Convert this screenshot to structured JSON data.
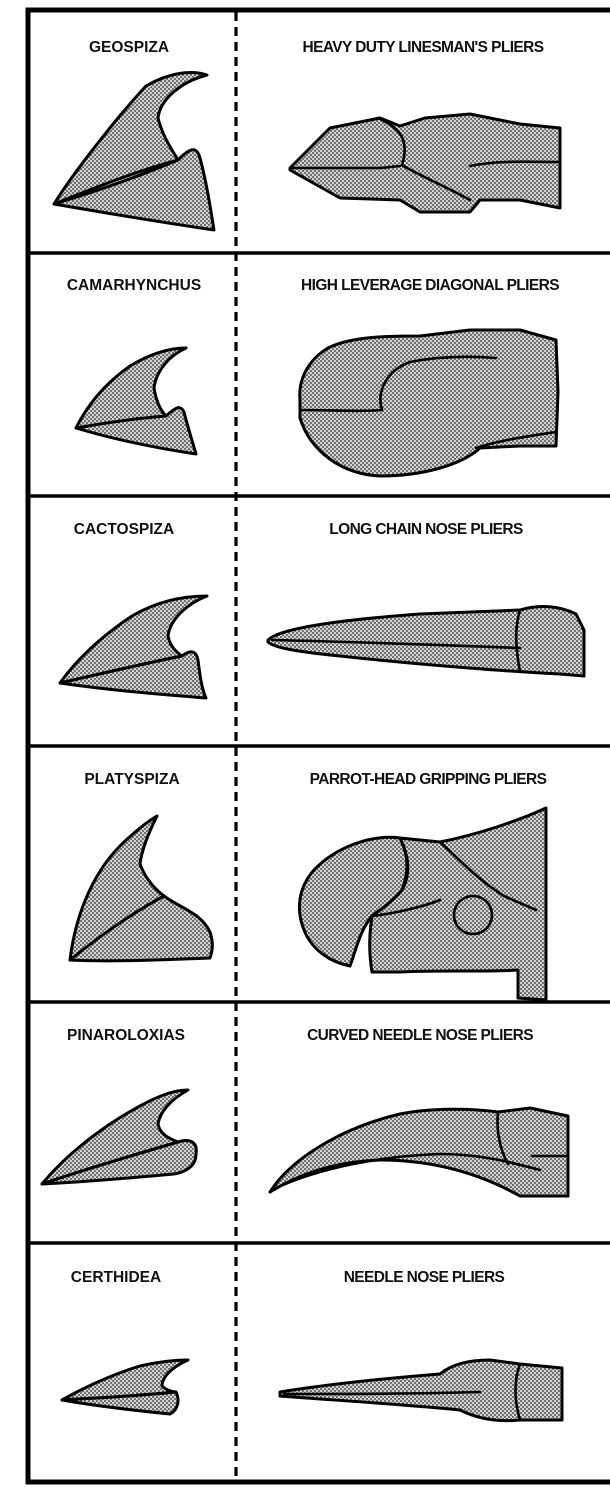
{
  "rows": [
    {
      "finch": "GEOSPIZA",
      "pliers": "HEAVY DUTY LINESMAN'S PLIERS"
    },
    {
      "finch": "CAMARHYNCHUS",
      "pliers": "HIGH LEVERAGE DIAGONAL PLIERS"
    },
    {
      "finch": "CACTOSPIZA",
      "pliers": "LONG CHAIN NOSE PLIERS"
    },
    {
      "finch": "PLATYSPIZA",
      "pliers": "PARROT-HEAD GRIPPING PLIERS"
    },
    {
      "finch": "PINAROLOXIAS",
      "pliers": "CURVED NEEDLE NOSE PLIERS"
    },
    {
      "finch": "CERTHIDEA",
      "pliers": "NEEDLE NOSE PLIERS"
    }
  ],
  "colors": {
    "line": "#000000",
    "fill": "#c9c9c9",
    "background": "#ffffff"
  }
}
